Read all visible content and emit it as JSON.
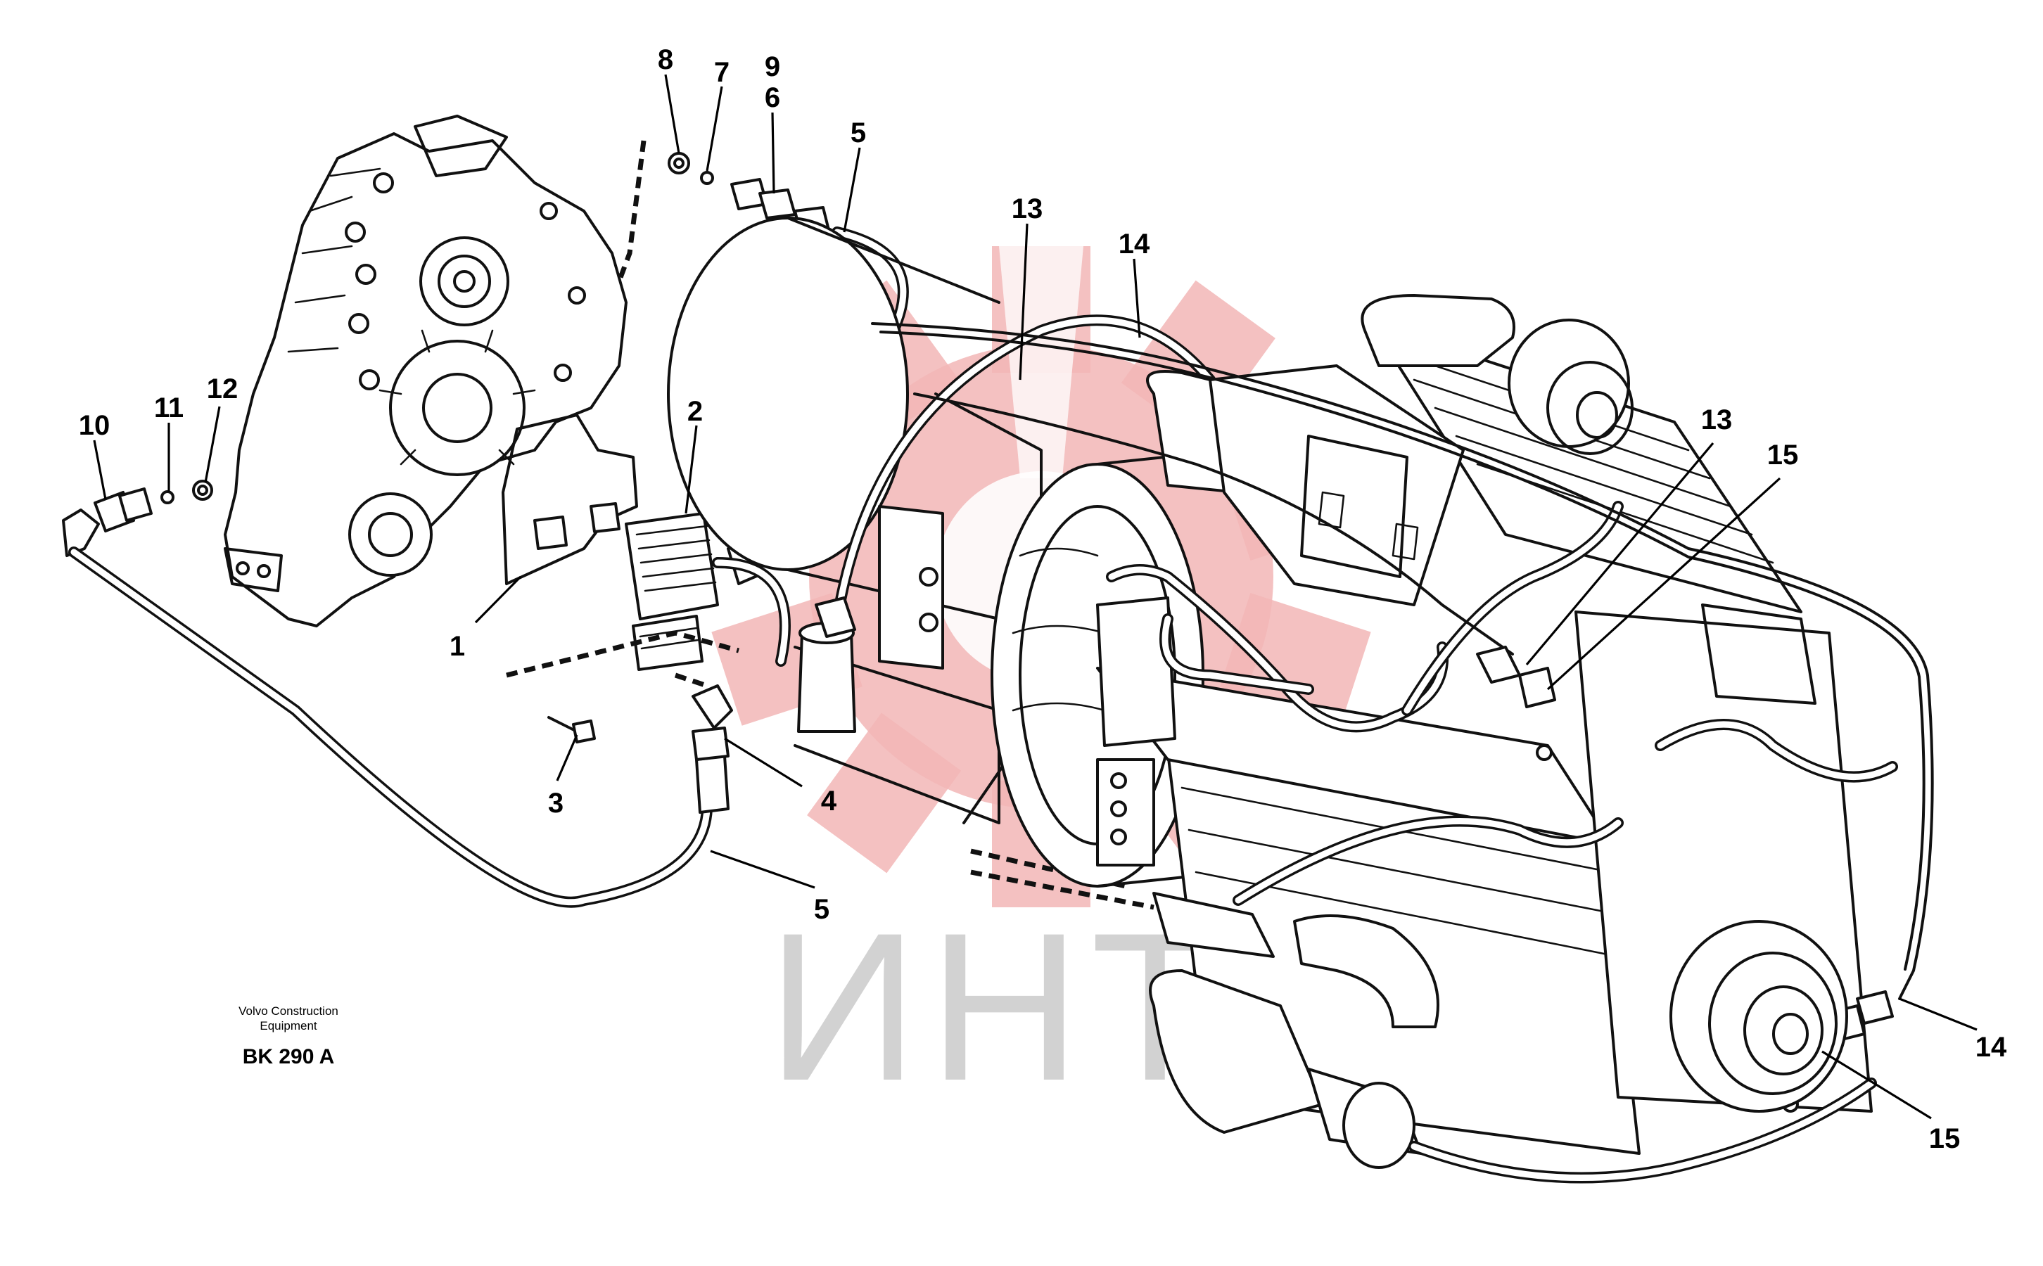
{
  "watermark": {
    "text": "ИНТЕХ",
    "gear_color": "#f2b6b6",
    "text_color": "#d2d2d2"
  },
  "callouts": [
    {
      "id": "c1",
      "label": "1"
    },
    {
      "id": "c2",
      "label": "2"
    },
    {
      "id": "c3",
      "label": "3"
    },
    {
      "id": "c4",
      "label": "4"
    },
    {
      "id": "c5a",
      "label": "5"
    },
    {
      "id": "c5b",
      "label": "5"
    },
    {
      "id": "c6",
      "label": "6"
    },
    {
      "id": "c7",
      "label": "7"
    },
    {
      "id": "c8",
      "label": "8"
    },
    {
      "id": "c9",
      "label": "9"
    },
    {
      "id": "c10",
      "label": "10"
    },
    {
      "id": "c11",
      "label": "11"
    },
    {
      "id": "c12",
      "label": "12"
    },
    {
      "id": "c13a",
      "label": "13"
    },
    {
      "id": "c13b",
      "label": "13"
    },
    {
      "id": "c14a",
      "label": "14"
    },
    {
      "id": "c14b",
      "label": "14"
    },
    {
      "id": "c15a",
      "label": "15"
    },
    {
      "id": "c15b",
      "label": "15"
    }
  ],
  "caption": {
    "line1": "Volvo Construction",
    "line2": "Equipment",
    "code": "BK 290 A"
  }
}
